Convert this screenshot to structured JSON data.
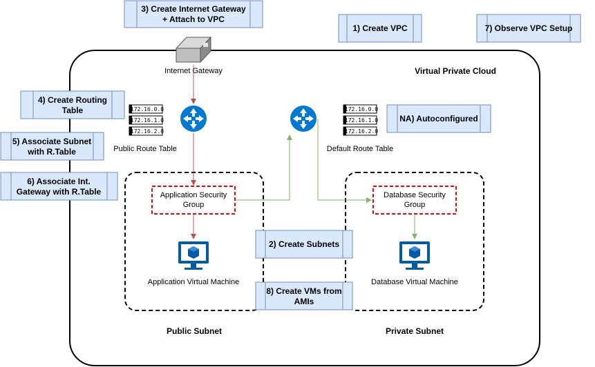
{
  "steps": {
    "s1": "1) Create VPC",
    "s2": "2) Create Subnets",
    "s3_line1": "3) Create Internet Gateway",
    "s3_line2": "+ Attach to VPC",
    "s4_line1": "4) Create Routing",
    "s4_line2": "Table",
    "s5_line1": "5) Associate Subnet",
    "s5_line2": "with R.Table",
    "s6_line1": "6) Associate Int.",
    "s6_line2": "Gateway with R.Table",
    "s7": "7) Observe VPC Setup",
    "s8_line1": "8) Create VMs from",
    "s8_line2": "AMIs",
    "na": "NA) Autoconfigured"
  },
  "labels": {
    "vpc": "Virtual Private Cloud",
    "internet_gateway": "Internet Gateway",
    "public_route_table": "Public Route Table",
    "default_route_table": "Default Route Table",
    "app_sg_line1": "Application Security",
    "app_sg_line2": "Group",
    "db_sg_line1": "Database Security",
    "db_sg_line2": "Group",
    "app_vm": "Application Virtual Machine",
    "db_vm": "Database Virtual Machine",
    "public_subnet": "Public Subnet",
    "private_subnet": "Private Subnet"
  },
  "route_entries": [
    "172.16.0.0",
    "172.16.1.0",
    "172.16.2.0"
  ],
  "colors": {
    "step_fill": "#dae8fc",
    "step_stroke": "#6c8ebf",
    "router": "#0078d4",
    "vm": "#005ba1",
    "arrow_red": "#b85450",
    "arrow_green": "#82b366",
    "sg_border": "#ff0000"
  },
  "icons": {
    "router": "router-icon",
    "gateway": "internet-gateway-icon",
    "vm": "virtual-machine-icon",
    "route_table": "route-table-icon"
  }
}
